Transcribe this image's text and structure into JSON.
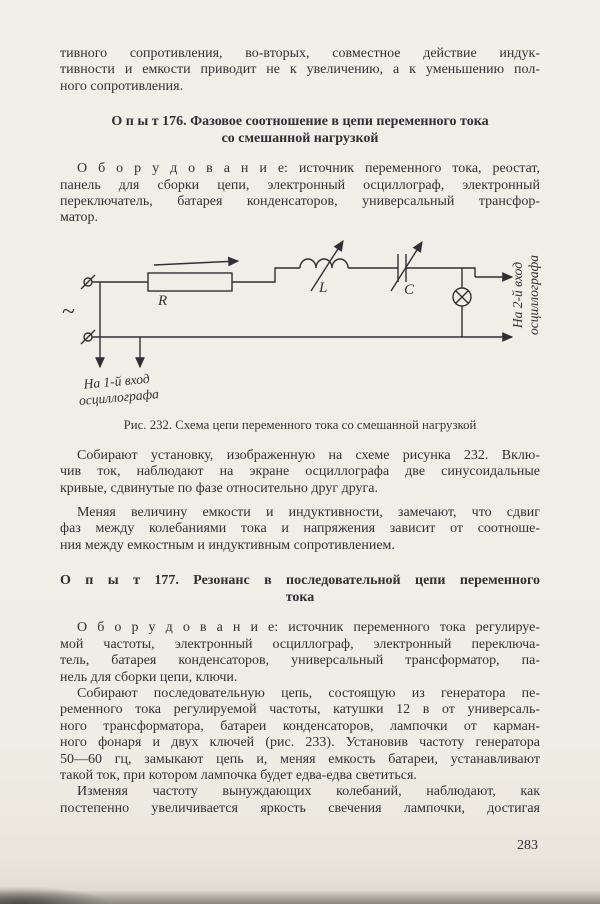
{
  "page": {
    "number": "283"
  },
  "intro": {
    "lines": [
      "тивного сопротивления, во-вторых, совместное действие индук-",
      "тивности и емкости приводит не к увеличению, а к уменьшению пол-",
      "ного сопротивления."
    ]
  },
  "experiment_176": {
    "heading_line1": "О п ы т  176. Фазовое соотношение в цепи переменного тока",
    "heading_line2": "со смешанной нагрузкой",
    "equipment_lines": [
      "О б о р у д о в а н и е: источник переменного тока, реостат,",
      "панель для сборки цепи, электронный осциллограф, электронный",
      "переключатель, батарея конденсаторов, универсальный трансфор-",
      "матор."
    ],
    "figure": {
      "caption": "Рис. 232. Схема цепи переменного тока со смешанной нагрузкой",
      "labels": {
        "source": "~",
        "resistor": "R",
        "inductor": "L",
        "capacitor": "C",
        "input1_line1": "На 1-й вход",
        "input1_line2": "осциллографа",
        "input2_line1": "На 2-й вход",
        "input2_line2": "осциллографа"
      }
    },
    "paragraphs": [
      {
        "lines": [
          "Собирают установку, изображенную на схеме рисунка 232. Вклю-",
          "чив ток, наблюдают на экране осциллографа две синусоидальные",
          "кривые, сдвинутые по фазе относительно друг друга."
        ]
      },
      {
        "lines": [
          "Меняя величину емкости и индуктивности, замечают, что сдвиг",
          "фаз между колебаниями тока и напряжения зависит от соотноше-",
          "ния между емкостным и индуктивным сопротивлением."
        ]
      }
    ]
  },
  "experiment_177": {
    "heading_line1": "О п ы т  177. Резонанс в последовательной цепи переменного",
    "heading_line2": "тока",
    "equipment_lines": [
      "О б о р у д о в а н и е: источник переменного тока регулируе-",
      "мой частоты, электронный осциллограф, электронный переключа-",
      "тель, батарея конденсаторов, универсальный трансформатор, па-",
      "нель для сборки цепи, ключи."
    ],
    "paragraphs": [
      {
        "lines": [
          "Собирают последовательную цепь, состоящую из генератора пе-",
          "ременного тока регулируемой частоты, катушки 12 в от универсаль-",
          "ного трансформатора, батареи конденсаторов, лампочки от карман-",
          "ного фонаря и двух ключей (рис. 233). Установив частоту генератора",
          "50—60 гц, замыкают цепь и, меняя емкость батареи, устанавливают",
          "такой ток, при котором лампочка будет едва-едва светиться."
        ]
      },
      {
        "lines": [
          "Изменяя частоту вынуждающих колебаний, наблюдают, как",
          "постепенно увеличивается яркость свечения лампочки, достигая"
        ]
      }
    ]
  }
}
